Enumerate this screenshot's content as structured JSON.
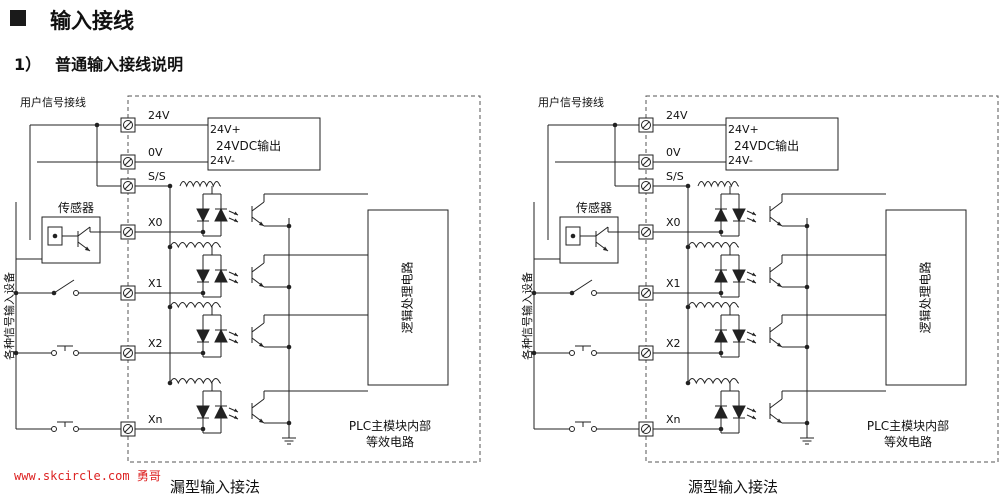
{
  "header": {
    "section_title": "输入接线",
    "subsection_number": "1）",
    "subsection_title": "普通输入接线说明"
  },
  "diagrams": [
    {
      "user_signal_wiring": "用户信号接线",
      "sensor": "传感器",
      "input_devices": "各种信号输入设备",
      "terminals": [
        "24V",
        "0V",
        "S/S",
        "X0",
        "X1",
        "X2",
        "Xn"
      ],
      "supply_labels": [
        "24V+",
        "24VDC输出",
        "24V-"
      ],
      "logic_circuit": "逻辑处理电路",
      "plc_internal": [
        "PLC主模块内部",
        "等效电路"
      ],
      "caption": "漏型输入接法"
    },
    {
      "user_signal_wiring": "用户信号接线",
      "sensor": "传感器",
      "input_devices": "各种信号输入设备",
      "terminals": [
        "24V",
        "0V",
        "S/S",
        "X0",
        "X1",
        "X2",
        "Xn"
      ],
      "supply_labels": [
        "24V+",
        "24VDC输出",
        "24V-"
      ],
      "logic_circuit": "逻辑处理电路",
      "plc_internal": [
        "PLC主模块内部",
        "等效电路"
      ],
      "caption": "源型输入接法"
    }
  ],
  "watermark": "www.skcircle.com 勇哥"
}
